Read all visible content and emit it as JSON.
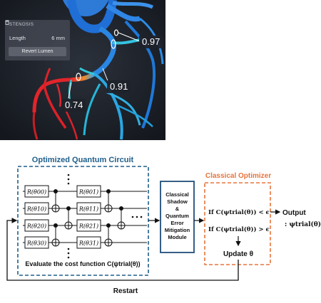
{
  "stenosis_panel": {
    "title": "STENOSIS",
    "length_label": "Length",
    "length_value": "6 mm",
    "button_label": "Revert Lumen"
  },
  "ffr_labels": [
    "0.97",
    "0.91",
    "0.74"
  ],
  "diagram": {
    "circuit_title": "Optimized Quantum Circuit",
    "gates_col1": [
      "R(θ00)",
      "R(θ10)",
      "R(θ20)",
      "R(θ30)"
    ],
    "gates_col2": [
      "R(θ01)",
      "R(θ11)",
      "R(θ21)",
      "R(θ31)"
    ],
    "cost_function": "Evaluate the cost function C(ψtrial(θ))",
    "shadow_module": [
      "Classical",
      "Shadow",
      "&",
      "Quantum",
      "Error",
      "Mitigation",
      "Module"
    ],
    "optimizer_title": "Classical Optimizer",
    "condition_lt": "If C(ψtrial(θ)) < ϵ",
    "condition_gt": "If C(ψtrial(θ)) > ϵ",
    "update": "Update θ",
    "output_label": "Output",
    "output_value": ": ψtrial(θ)",
    "restart": "Restart",
    "colors": {
      "circuit": "#1f5f8b",
      "optimizer": "#e8743b",
      "module": "#1f4e79"
    }
  }
}
